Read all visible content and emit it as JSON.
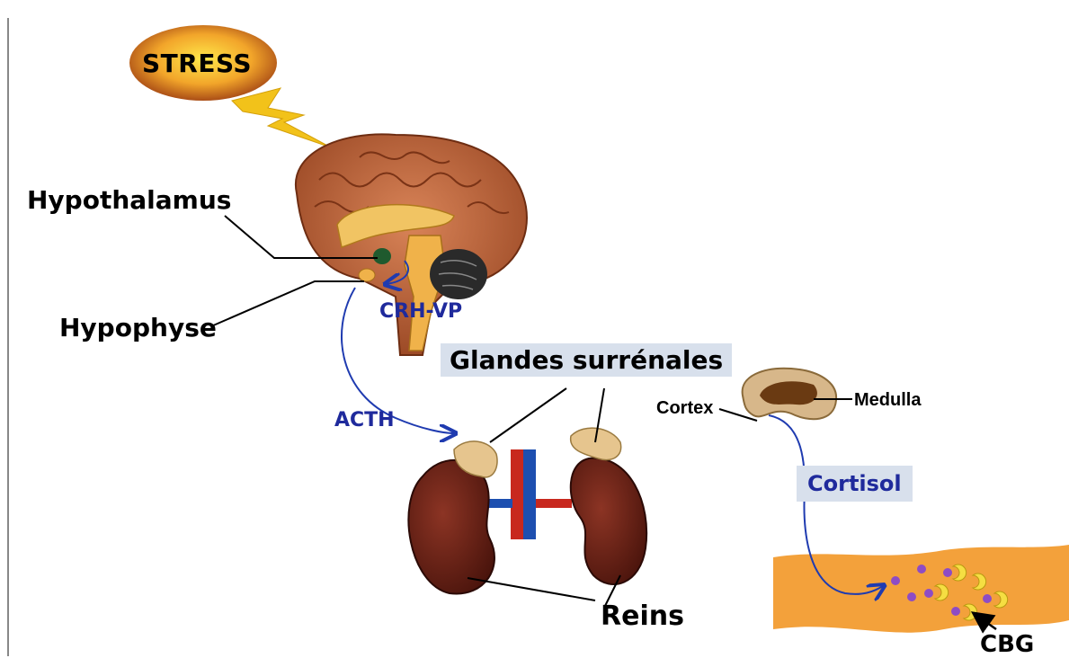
{
  "labels": {
    "stress": "STRESS",
    "hypothalamus": "Hypothalamus",
    "hypophyse": "Hypophyse",
    "crh_vp": "CRH-VP",
    "acth": "ACTH",
    "glandes": "Glandes surrénales",
    "cortex": "Cortex",
    "medulla": "Medulla",
    "cortisol": "Cortisol",
    "reins": "Reins",
    "cbg": "CBG"
  },
  "colors": {
    "arrow_blue": "#1f3bb0",
    "label_blue": "#1f2a9c",
    "label_box": "#d8e0ec",
    "brain": "#b8603a",
    "kidney": "#6b2418",
    "adrenal": "#e6c58e",
    "vessel": "#f3a13b",
    "lightning": "#f2c21a"
  },
  "icons": [
    "brain-icon",
    "kidney-icon",
    "adrenal-gland-icon",
    "blood-vessel-icon",
    "lightning-icon"
  ]
}
